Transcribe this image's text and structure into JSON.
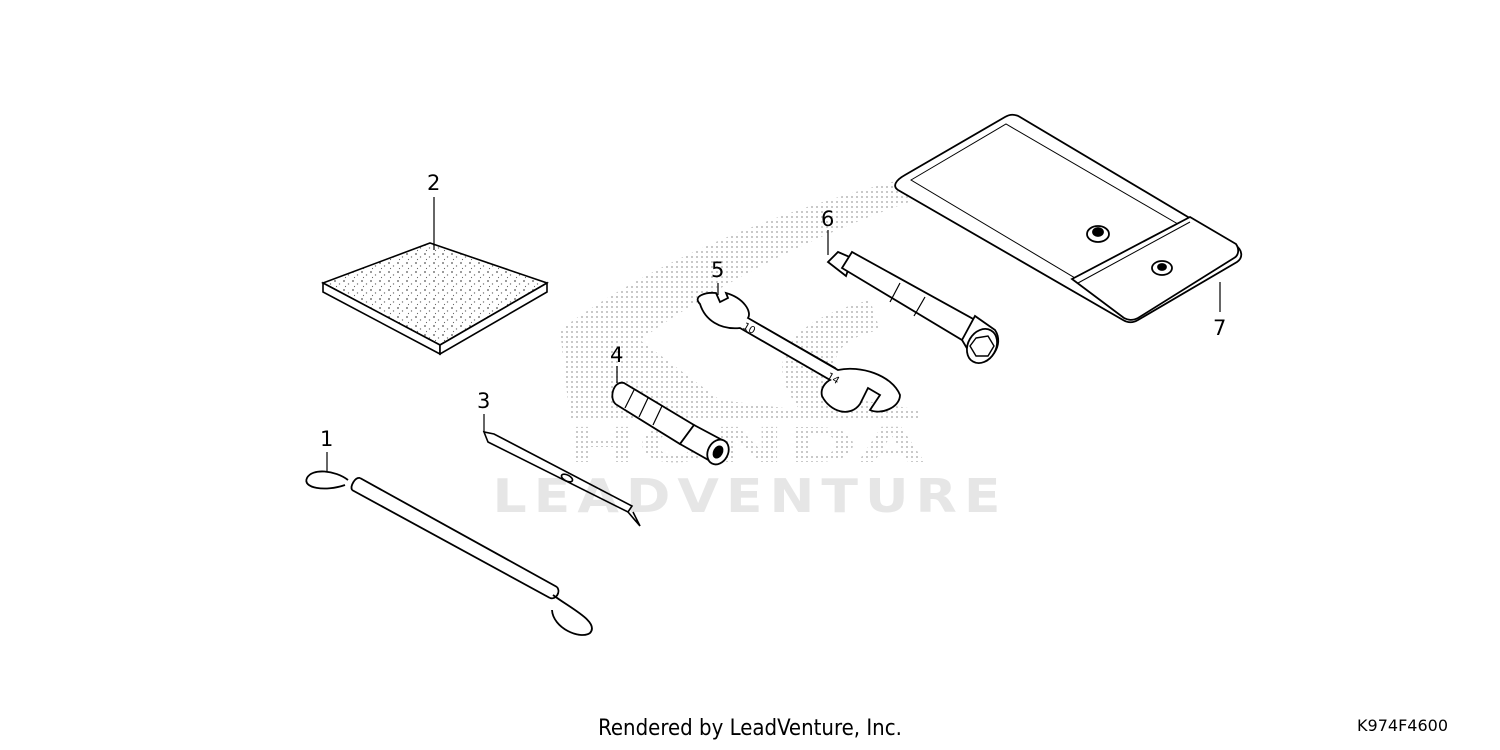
{
  "watermark": {
    "brand": "HONDA",
    "text": "LEADVENTURE"
  },
  "callouts": [
    "1",
    "2",
    "3",
    "4",
    "5",
    "6",
    "7"
  ],
  "footer": {
    "credit": "Rendered by LeadVenture, Inc.",
    "diagram_code": "K974F4600"
  }
}
